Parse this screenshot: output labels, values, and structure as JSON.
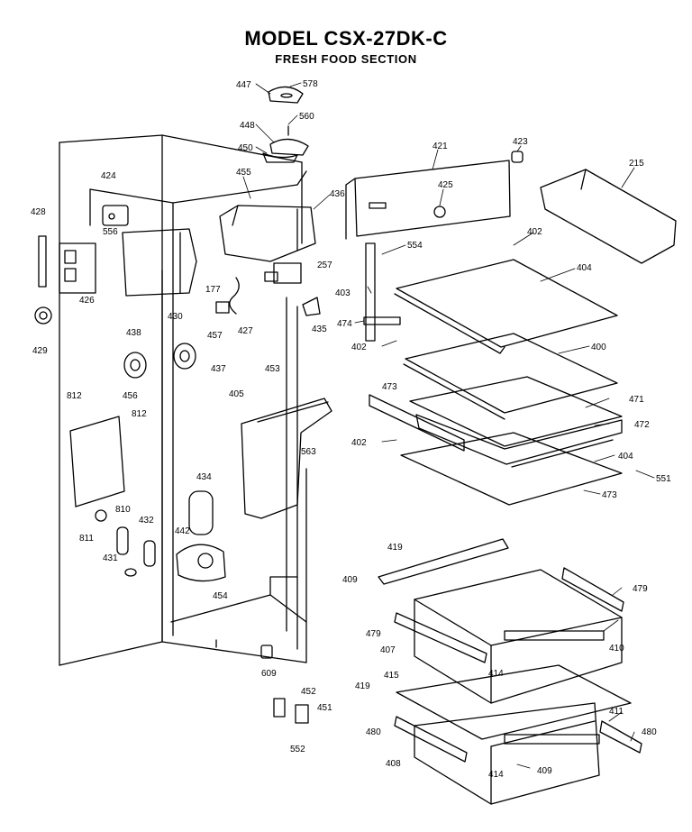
{
  "header": {
    "title": "MODEL CSX-27DK-C",
    "subtitle": "FRESH FOOD SECTION"
  },
  "part_labels": [
    {
      "id": "p447",
      "text": "447"
    },
    {
      "id": "p578",
      "text": "578"
    },
    {
      "id": "p448",
      "text": "448"
    },
    {
      "id": "p560",
      "text": "560"
    },
    {
      "id": "p450",
      "text": "450"
    },
    {
      "id": "p421",
      "text": "421"
    },
    {
      "id": "p423",
      "text": "423"
    },
    {
      "id": "p215",
      "text": "215"
    },
    {
      "id": "p424",
      "text": "424"
    },
    {
      "id": "p455",
      "text": "455"
    },
    {
      "id": "p436",
      "text": "436"
    },
    {
      "id": "p425",
      "text": "425"
    },
    {
      "id": "p428",
      "text": "428"
    },
    {
      "id": "p556",
      "text": "556"
    },
    {
      "id": "p554",
      "text": "554"
    },
    {
      "id": "p402a",
      "text": "402"
    },
    {
      "id": "p257",
      "text": "257"
    },
    {
      "id": "p404a",
      "text": "404"
    },
    {
      "id": "p177",
      "text": "177"
    },
    {
      "id": "p403",
      "text": "403"
    },
    {
      "id": "p426",
      "text": "426"
    },
    {
      "id": "p430",
      "text": "430"
    },
    {
      "id": "p427",
      "text": "427"
    },
    {
      "id": "p435",
      "text": "435"
    },
    {
      "id": "p429",
      "text": "429"
    },
    {
      "id": "p474",
      "text": "474"
    },
    {
      "id": "p438",
      "text": "438"
    },
    {
      "id": "p457",
      "text": "457"
    },
    {
      "id": "p402b",
      "text": "402"
    },
    {
      "id": "p400",
      "text": "400"
    },
    {
      "id": "p437",
      "text": "437"
    },
    {
      "id": "p453",
      "text": "453"
    },
    {
      "id": "p812a",
      "text": "812"
    },
    {
      "id": "p456",
      "text": "456"
    },
    {
      "id": "p405",
      "text": "405"
    },
    {
      "id": "p473a",
      "text": "473"
    },
    {
      "id": "p471",
      "text": "471"
    },
    {
      "id": "p812b",
      "text": "812"
    },
    {
      "id": "p472",
      "text": "472"
    },
    {
      "id": "p402c",
      "text": "402"
    },
    {
      "id": "p563",
      "text": "563"
    },
    {
      "id": "p404b",
      "text": "404"
    },
    {
      "id": "p551",
      "text": "551"
    },
    {
      "id": "p434",
      "text": "434"
    },
    {
      "id": "p810",
      "text": "810"
    },
    {
      "id": "p473b",
      "text": "473"
    },
    {
      "id": "p811",
      "text": "811"
    },
    {
      "id": "p432",
      "text": "432"
    },
    {
      "id": "p442",
      "text": "442"
    },
    {
      "id": "p419a",
      "text": "419"
    },
    {
      "id": "p431",
      "text": "431"
    },
    {
      "id": "p409a",
      "text": "409"
    },
    {
      "id": "p479a",
      "text": "479"
    },
    {
      "id": "p454",
      "text": "454"
    },
    {
      "id": "p479b",
      "text": "479"
    },
    {
      "id": "p407",
      "text": "407"
    },
    {
      "id": "p410",
      "text": "410"
    },
    {
      "id": "p414a",
      "text": "414"
    },
    {
      "id": "p609",
      "text": "609"
    },
    {
      "id": "p419b",
      "text": "419"
    },
    {
      "id": "p415",
      "text": "415"
    },
    {
      "id": "p452",
      "text": "452"
    },
    {
      "id": "p451",
      "text": "451"
    },
    {
      "id": "p411",
      "text": "411"
    },
    {
      "id": "p480a",
      "text": "480"
    },
    {
      "id": "p480b",
      "text": "480"
    },
    {
      "id": "p552",
      "text": "552"
    },
    {
      "id": "p408",
      "text": "408"
    },
    {
      "id": "p414b",
      "text": "414"
    },
    {
      "id": "p409b",
      "text": "409"
    }
  ]
}
